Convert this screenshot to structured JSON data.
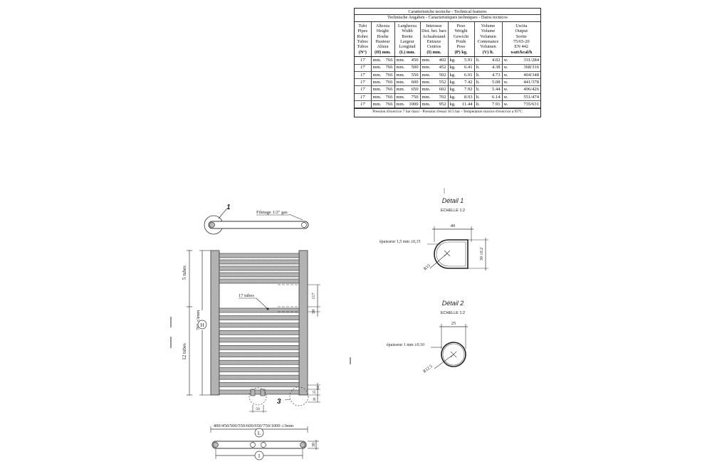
{
  "spec_table": {
    "title_line1": "Caratteristiche tecniche - Technical features",
    "title_line2": "Technische Angaben - Caracteristiques techniques - Datos tecnicos",
    "headers": [
      [
        "Tubi",
        "Pipes",
        "Rohre",
        "Tubes",
        "Tubos",
        "(N°)"
      ],
      [
        "Altezza",
        "Height",
        "Hoehe",
        "Hauteur",
        "Altura",
        "(H) mm."
      ],
      [
        "Larghezza",
        "Width",
        "Breite",
        "Largeur",
        "Longitud",
        "(L) mm."
      ],
      [
        "Interasse",
        "Dist. bet. bars",
        "Achsabstand",
        "Entraxe",
        "Centros",
        "(I) mm."
      ],
      [
        "Peso",
        "Weight",
        "Gewicht",
        "Poids",
        "Peso",
        "(P) kg."
      ],
      [
        "Volume",
        "Volume",
        "Volumen",
        "Contenance",
        "Volumen",
        "(V) lt."
      ],
      [
        "Uscita",
        "Output",
        "Sortie",
        "75/65-20",
        "EN 442",
        "watt/kcal/h"
      ]
    ],
    "rows": [
      {
        "tubes": "17",
        "h_unit": "mm.",
        "height": "766",
        "l_unit": "mm.",
        "width": "450",
        "i_unit": "mm.",
        "dist": "402",
        "p_unit": "kg.",
        "weight": "5.91",
        "v_unit": "lt.",
        "volume": "4.02",
        "o_unit": "w.",
        "output": "331/284"
      },
      {
        "tubes": "17",
        "h_unit": "mm.",
        "height": "766",
        "l_unit": "mm.",
        "width": "500",
        "i_unit": "mm.",
        "dist": "452",
        "p_unit": "kg.",
        "weight": "6.41",
        "v_unit": "lt.",
        "volume": "4.38",
        "o_unit": "w.",
        "output": "368/316"
      },
      {
        "tubes": "17",
        "h_unit": "mm.",
        "height": "766",
        "l_unit": "mm.",
        "width": "550",
        "i_unit": "mm.",
        "dist": "502",
        "p_unit": "kg.",
        "weight": "6.91",
        "v_unit": "lt.",
        "volume": "4.73",
        "o_unit": "w.",
        "output": "404/348"
      },
      {
        "tubes": "17",
        "h_unit": "mm.",
        "height": "766",
        "l_unit": "mm.",
        "width": "600",
        "i_unit": "mm.",
        "dist": "552",
        "p_unit": "kg.",
        "weight": "7.42",
        "v_unit": "lt.",
        "volume": "5.08",
        "o_unit": "w.",
        "output": "441/378"
      },
      {
        "tubes": "17",
        "h_unit": "mm.",
        "height": "766",
        "l_unit": "mm.",
        "width": "650",
        "i_unit": "mm.",
        "dist": "602",
        "p_unit": "kg.",
        "weight": "7.92",
        "v_unit": "lt.",
        "volume": "5.44",
        "o_unit": "w.",
        "output": "496/426"
      },
      {
        "tubes": "17",
        "h_unit": "mm.",
        "height": "766",
        "l_unit": "mm.",
        "width": "750",
        "i_unit": "mm.",
        "dist": "702",
        "p_unit": "kg.",
        "weight": "8.93",
        "v_unit": "lt.",
        "volume": "6.14",
        "o_unit": "w.",
        "output": "551/474"
      },
      {
        "tubes": "17",
        "h_unit": "mm.",
        "height": "766",
        "l_unit": "mm.",
        "width": "1000",
        "i_unit": "mm.",
        "dist": "952",
        "p_unit": "kg.",
        "weight": "11.44",
        "v_unit": "lt.",
        "volume": "7.91",
        "o_unit": "w.",
        "output": "735/631"
      }
    ],
    "footer": "Pression d'exercice 7 bar maxi - Pression d'essai 10.5 bar - Temperature maxice d'exercice a 95°C"
  },
  "main_drawing": {
    "callout_1": "1",
    "thread_label": "Filetage 1/2\" gas",
    "tubes_5": "5 tubes",
    "tubes_12": "12 tubes",
    "tubes_17": "17 tubes",
    "height_dim": "766 ±3mm",
    "h_marker": "H",
    "dim_117": "117",
    "dim_39": "39",
    "dim_14": "14",
    "dim_25": "25",
    "dim_26": "26",
    "dim_50": "50",
    "callout_3": "3",
    "width_dim": "400/450/500/550/600/650/750/1000 ±3mm",
    "l_marker": "L",
    "i_marker": "I",
    "dim_30": "30"
  },
  "detail_1": {
    "title": "Détail 1",
    "scale": "ECHELLE 1:2",
    "width_dim": "40",
    "height_dim": "30 ±0.2",
    "thickness": "épaisseur 1,5 mm ±0,15",
    "radius": "R15"
  },
  "detail_2": {
    "title": "Détail 2",
    "scale": "ECHELLE 1:2",
    "diameter_dim": "25",
    "thickness": "épaisseur 1 mm ±0.10",
    "radius": "R12.5"
  }
}
